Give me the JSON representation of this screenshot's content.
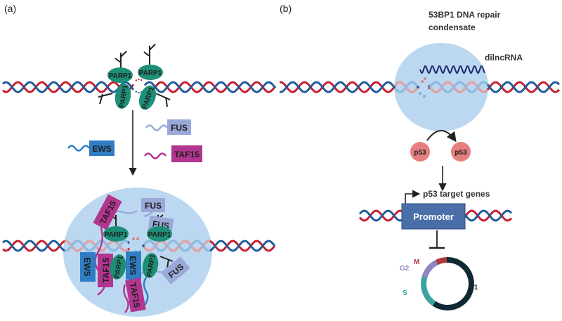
{
  "panels": {
    "a": {
      "label": "(a)"
    },
    "b": {
      "label": "(b)"
    }
  },
  "proteins": {
    "parp1": "PARP1",
    "fus": "FUS",
    "ews": "EWS",
    "taf15": "TAF15"
  },
  "panel_b": {
    "condensate_title_line1": "53BP1 DNA repair",
    "condensate_title_line2": "condensate",
    "rna_label": "dilncRNA",
    "p53": "p53",
    "target_genes": "p53 target genes",
    "promoter": "Promoter"
  },
  "cell_cycle": {
    "phases": [
      {
        "name": "M",
        "fraction": 0.07,
        "color": "#b0383c"
      },
      {
        "name": "G1",
        "fraction": 0.6,
        "color": "#0f2a35"
      },
      {
        "name": "S",
        "fraction": 0.2,
        "color": "#3aa3a0"
      },
      {
        "name": "G2",
        "fraction": 0.13,
        "color": "#8e86c2"
      }
    ]
  },
  "colors": {
    "dna_red": "#c8202f",
    "dna_blue": "#1f5c9e",
    "parp1": "#1d8f77",
    "fus": "#9aa9d8",
    "ews": "#2f7dc4",
    "taf15": "#b2358f",
    "condensate": "#bcd8f0",
    "promoter": "#4a6fa8",
    "p53": "#e67f7f"
  }
}
